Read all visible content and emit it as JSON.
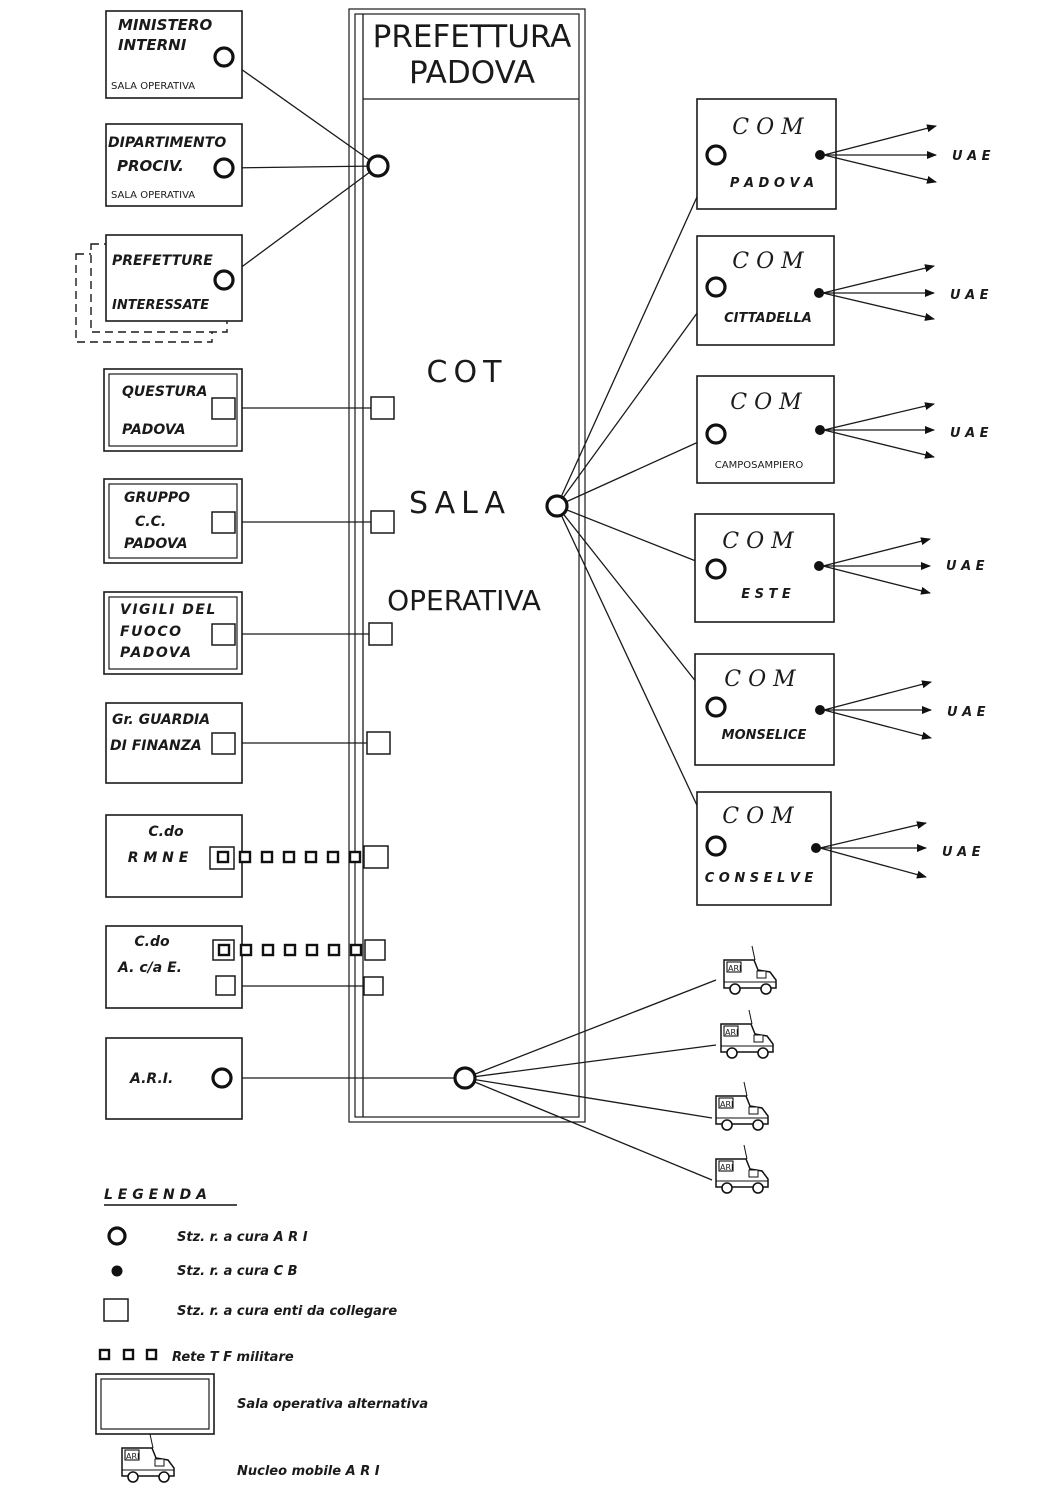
{
  "center": {
    "title_line1": "PREFETTURA",
    "title_line2": "PADOVA",
    "cot": "COT",
    "sala": "SALA",
    "operativa": "OPERATIVA"
  },
  "left_nodes": [
    {
      "line1": "MINISTERO",
      "line2": "INTERNI",
      "line3": "SALA OPERATIVA"
    },
    {
      "line1": "DIPARTIMENTO",
      "line2": "PROCIV.",
      "line3": "SALA OPERATIVA"
    },
    {
      "line1": "PREFETTURE",
      "line2": "INTERESSATE"
    },
    {
      "line1": "QUESTURA",
      "line2": "PADOVA"
    },
    {
      "line1": "GRUPPO",
      "line2": "C.C.",
      "line3": "PADOVA"
    },
    {
      "line1": "VIGILI DEL",
      "line2": "FUOCO",
      "line3": "PADOVA"
    },
    {
      "line1": "Gr. GUARDIA",
      "line2": "DI FINANZA"
    },
    {
      "line1": "C.do",
      "line2": "R M N E"
    },
    {
      "line1": "C.do",
      "line2": "A. c/a E."
    },
    {
      "line1": "A.R.I."
    }
  ],
  "com_nodes": [
    {
      "title": "C O M",
      "name": "P A D O V A",
      "uae": "U A E"
    },
    {
      "title": "C O M",
      "name": "CITTADELLA",
      "uae": "U A E"
    },
    {
      "title": "C O M",
      "name": "CAMPOSAMPIERO",
      "uae": "U A E"
    },
    {
      "title": "C O M",
      "name": "E S T E",
      "uae": "U A E"
    },
    {
      "title": "C O M",
      "name": "MONSELICE",
      "uae": "U A E"
    },
    {
      "title": "C O M",
      "name": "C O N S E L V E",
      "uae": "U A E"
    }
  ],
  "vehicle_label": "ARI",
  "legend": {
    "title": "L E G E N D A",
    "items": [
      {
        "symbol": "ring",
        "text": "Stz. r. a cura   A R I"
      },
      {
        "symbol": "dot",
        "text": "Stz. r. a cura   C B"
      },
      {
        "symbol": "square",
        "text": "Stz. r. a cura  enti  da  collegare"
      },
      {
        "symbol": "tf",
        "text": "Rete  T F  militare"
      },
      {
        "symbol": "double-box",
        "text": "Sala  operativa  alternativa"
      },
      {
        "symbol": "van",
        "text": "Nucleo  mobile   A R I"
      }
    ]
  }
}
